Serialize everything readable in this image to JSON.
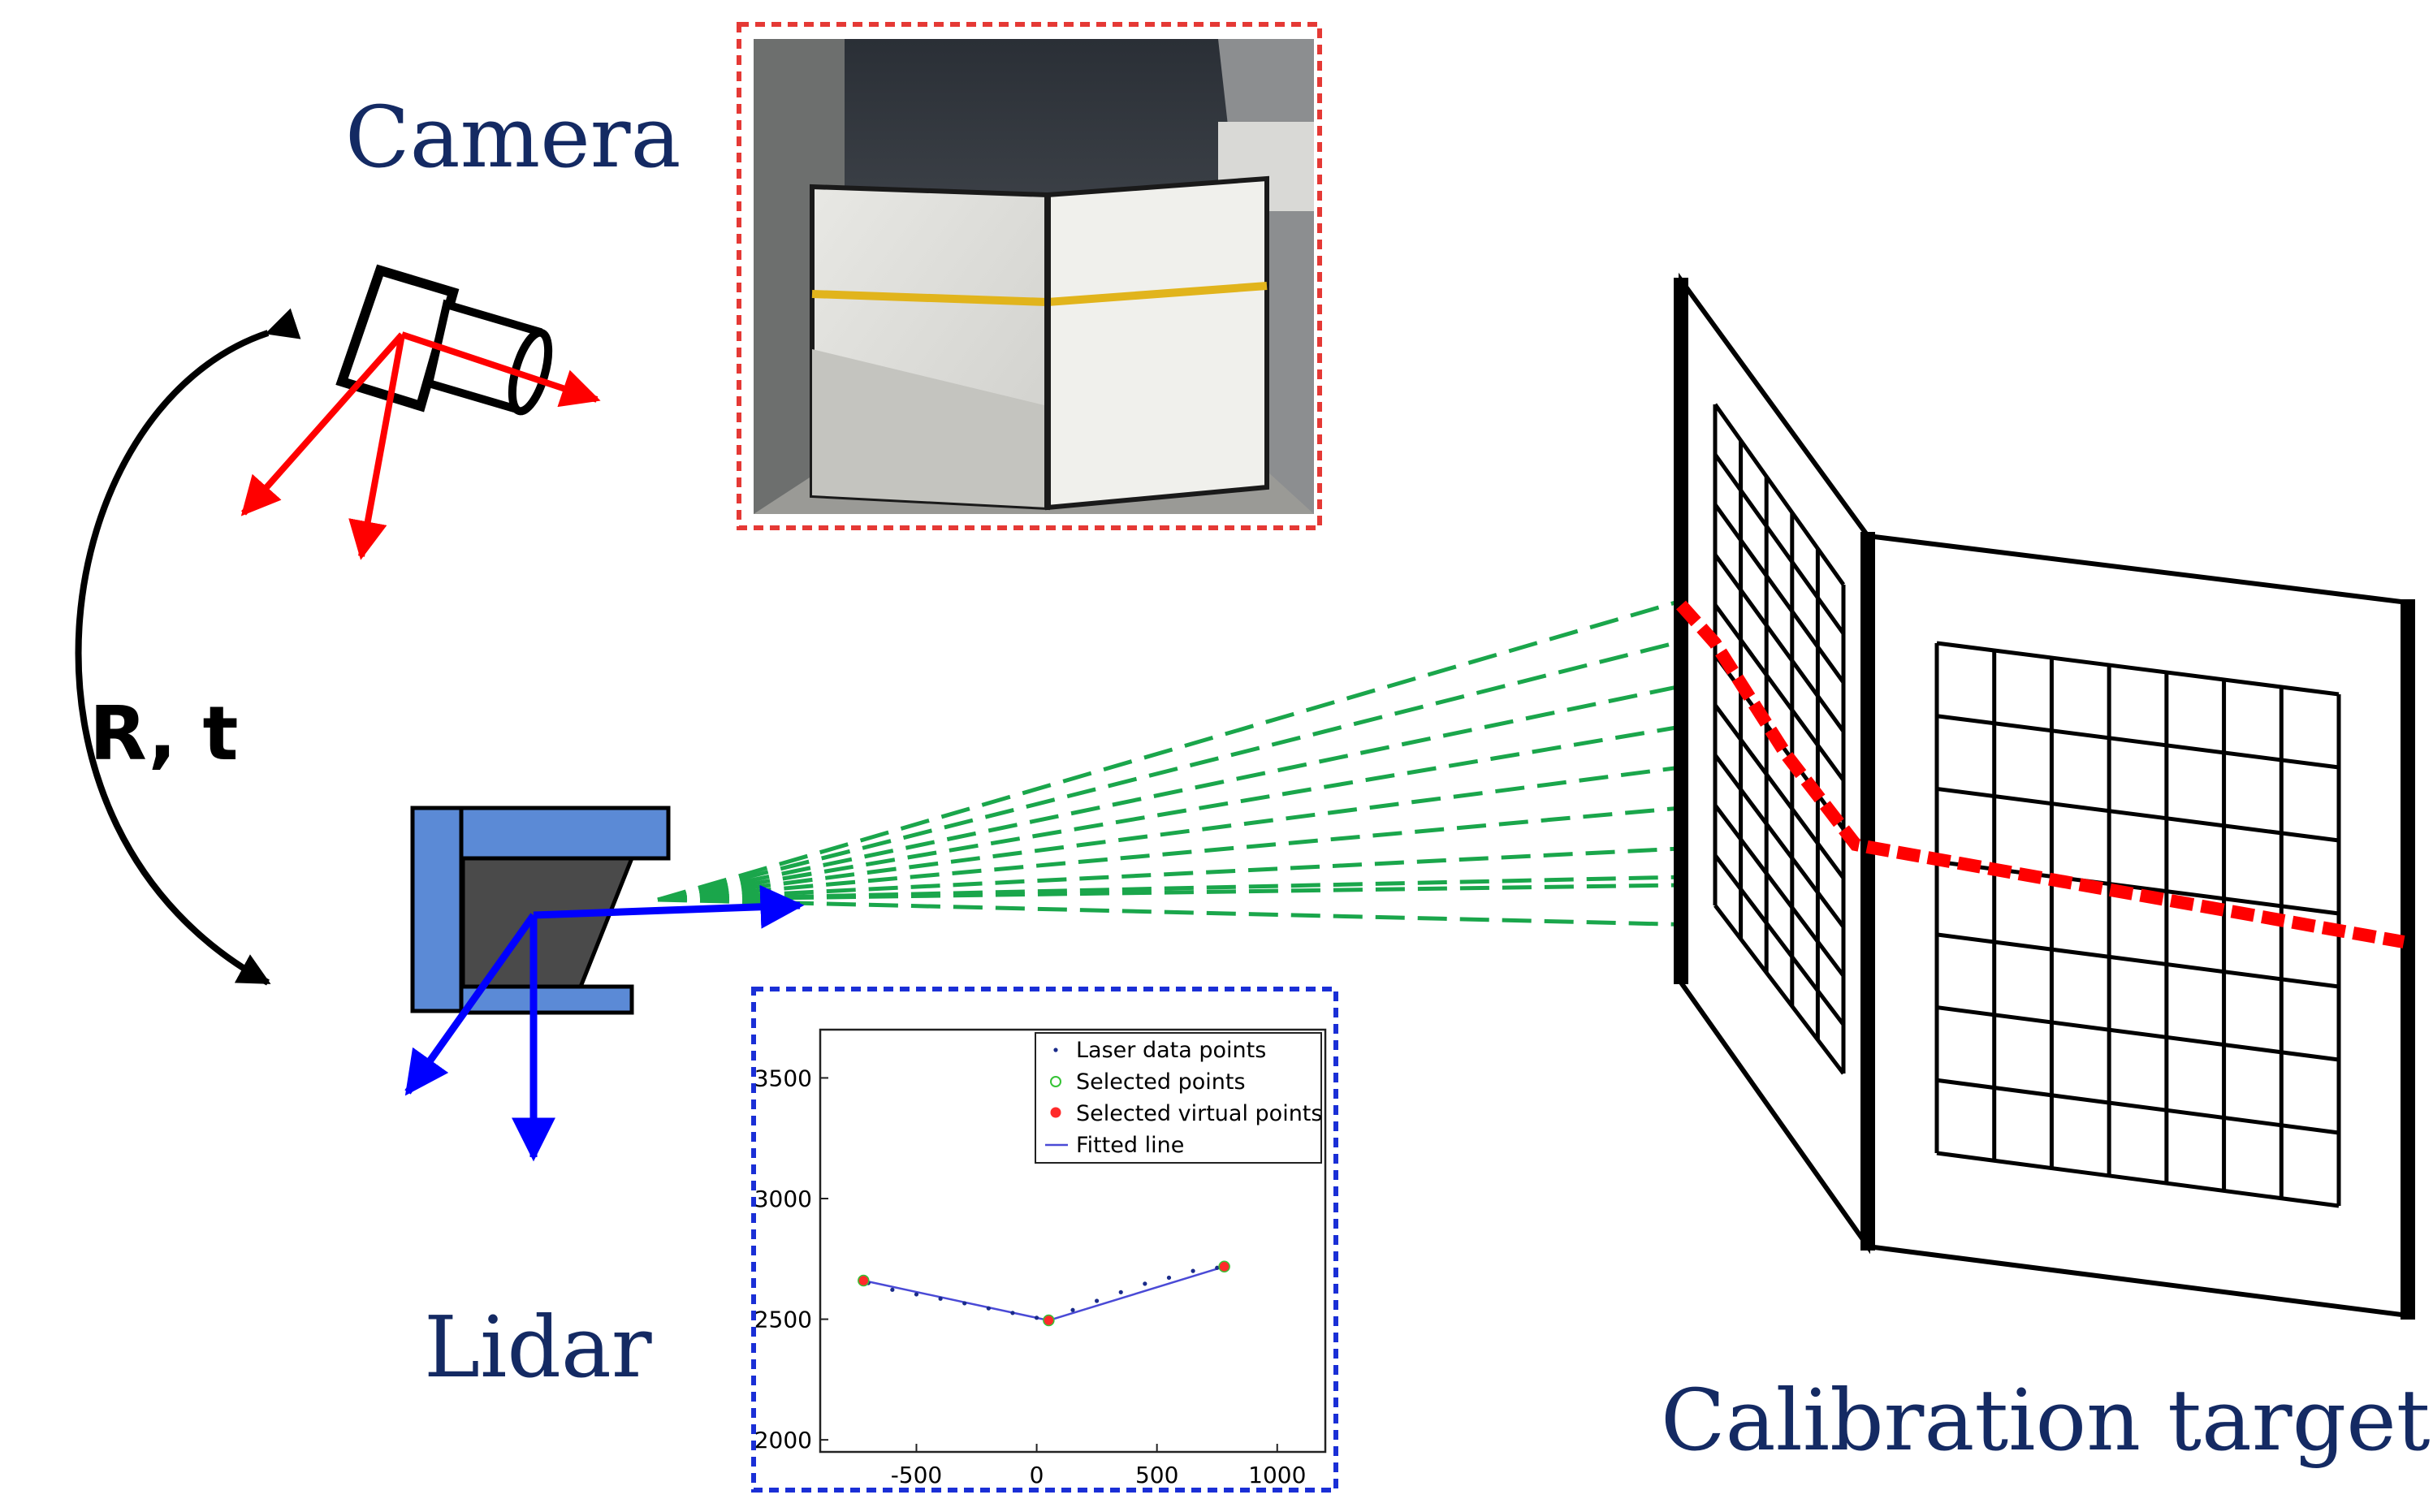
{
  "labels": {
    "camera": "Camera",
    "lidar": "Lidar",
    "transform": "R, t",
    "target": "Calibration target"
  },
  "colors": {
    "label_navy": "#142a63",
    "camera_axes": "#ff0000",
    "lidar_axes": "#0000ff",
    "lidar_body": "#5b8ad6",
    "lidar_core": "#4a4a4a",
    "laser_rays": "#1aa64b",
    "laser_hit_line": "#ff0000",
    "camera_inset_border": "#e53935",
    "plot_inset_border": "#1a2fd6"
  },
  "icons": {
    "camera": "camera-icon",
    "lidar": "lidar-icon",
    "transform_arrow": "curved-double-arrow-icon",
    "camera_photo": "camera-image-thumbnail"
  },
  "chart_data": {
    "type": "scatter",
    "xlim": [
      -900,
      1200
    ],
    "ylim": [
      1950,
      3700
    ],
    "xticks": [
      -500,
      0,
      500,
      1000
    ],
    "yticks": [
      2000,
      2500,
      3000,
      3500
    ],
    "legend": {
      "placement": "top-right",
      "entries": [
        "Laser data points",
        "Selected points",
        "Selected virtual points",
        "Fitted line"
      ]
    },
    "series": [
      {
        "name": "Laser data points",
        "x": [
          -700,
          -600,
          -500,
          -400,
          -300,
          -200,
          -100,
          0,
          50,
          150,
          250,
          350,
          450,
          550,
          650,
          750
        ],
        "y": [
          2650,
          2622,
          2603,
          2585,
          2566,
          2545,
          2526,
          2506,
          2495,
          2538,
          2576,
          2612,
          2647,
          2672,
          2700,
          2713
        ]
      },
      {
        "name": "Selected virtual points",
        "x": [
          -720,
          50,
          780
        ],
        "y": [
          2660,
          2495,
          2718
        ]
      },
      {
        "name": "Fitted line",
        "x": [
          -720,
          50,
          780
        ],
        "y": [
          2660,
          2495,
          2718
        ]
      }
    ]
  }
}
